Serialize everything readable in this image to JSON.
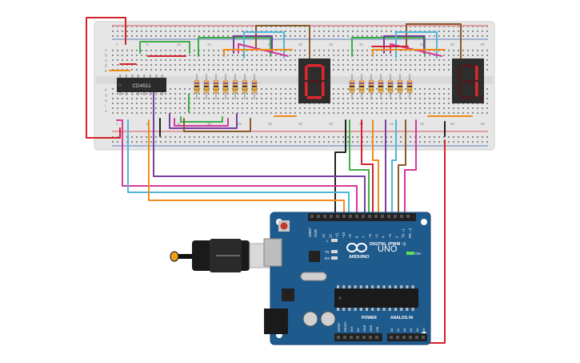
{
  "chip": {
    "label": "CD4511"
  },
  "display_left": {
    "digit": "0"
  },
  "display_right": {
    "digit": "1"
  },
  "arduino": {
    "brand": "ARDUINO",
    "model": "UNO",
    "on_label": "ON",
    "l_label": "L",
    "tx_label": "TX",
    "rx_label": "RX",
    "digital_label": "DIGITAL (PWM ~)",
    "power_label": "POWER",
    "analog_label": "ANALOG IN",
    "aref": "AREF",
    "gnd": "GND",
    "pins_digital": [
      "13",
      "12",
      "~11",
      "~10",
      "~9",
      "8",
      "7",
      "~6",
      "~5",
      "4",
      "~3",
      "2",
      "TX→1",
      "RX←0"
    ],
    "pins_power": [
      "IOREF",
      "RESET",
      "3V3",
      "5V",
      "GND",
      "GND",
      "VIN"
    ],
    "pins_analog": [
      "A0",
      "A1",
      "A2",
      "A3",
      "A4",
      "A5"
    ]
  },
  "breadboard": {
    "row_letters_top": [
      "A",
      "B",
      "C",
      "D",
      "E"
    ],
    "row_letters_bottom": [
      "F",
      "G",
      "H",
      "I",
      "J"
    ],
    "col_labels": [
      "1",
      "5",
      "10",
      "15",
      "20",
      "25",
      "30",
      "35",
      "40",
      "45",
      "50",
      "55",
      "60"
    ]
  },
  "colors": {
    "board": "#e6e6e6",
    "arduino": "#1f5a8c",
    "wire_red": "#d2232a",
    "wire_green": "#3fae49",
    "wire_orange": "#f08c1e",
    "wire_purple": "#7a3ea0",
    "wire_magenta": "#d6389a",
    "wire_cyan": "#4fb6d8",
    "wire_brown": "#8b5a2b",
    "wire_black": "#222222"
  }
}
